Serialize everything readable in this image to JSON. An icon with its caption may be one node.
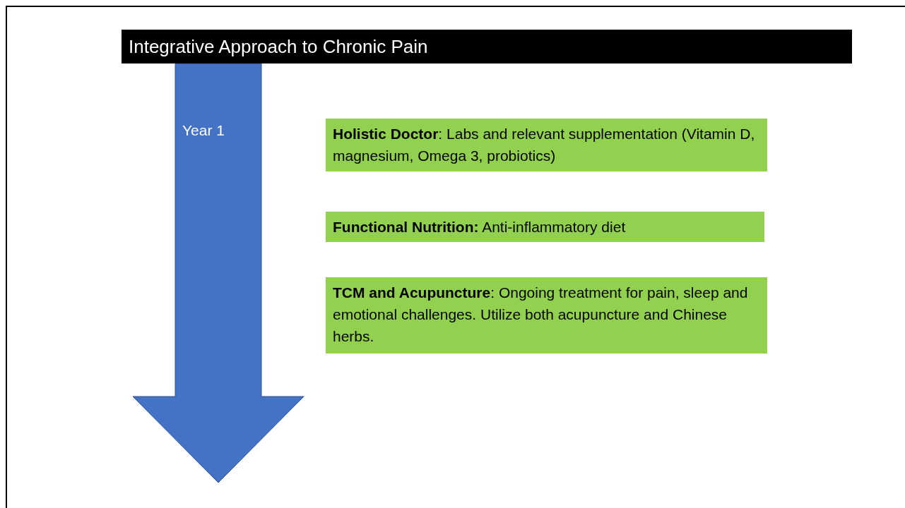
{
  "diagram": {
    "title": "Integrative Approach to Chronic Pain",
    "nodes": [
      {
        "text": [
          "Year 1"
        ]
      },
      {
        "text": [
          "**Holistic Doctor**: Labs and relevant supplementation (Vitamin D, magnesium, Omega 3, probiotics)"
        ]
      },
      {
        "text": [
          "**Functional Nutrition:** Anti-inflammatory diet"
        ]
      },
      {
        "text": [
          "**TCM and Acupuncture**: Ongoing treatment for pain, sleep and emotional challenges. Utilize both acupuncture and Chinese herbs."
        ]
      }
    ]
  }
}
